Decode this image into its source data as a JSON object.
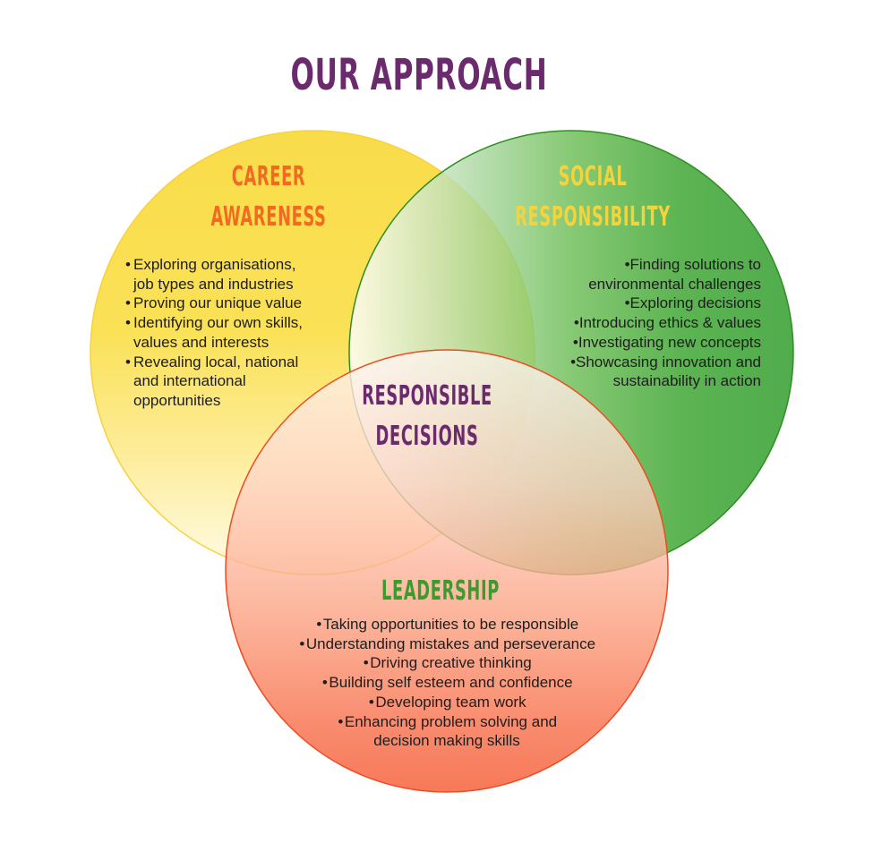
{
  "title": "OUR APPROACH",
  "colors": {
    "title": "#6b2a6e",
    "career_heading": "#f26a21",
    "social_heading": "#f5d33c",
    "leadership_heading": "#3f9a2e",
    "center_heading": "#6b2a6e",
    "yellow": "#f9dc4a",
    "green": "#2e9a2a",
    "red": "#f2552c"
  },
  "circles": {
    "career": {
      "heading_lines": [
        "CAREER",
        "AWARENESS"
      ],
      "bullets": [
        [
          "Exploring organisations,",
          "job types and industries"
        ],
        [
          "Proving our unique value"
        ],
        [
          "Identifying our own skills,",
          "values and interests"
        ],
        [
          "Revealing local, national",
          "and international",
          "opportunities"
        ]
      ]
    },
    "social": {
      "heading_lines": [
        "SOCIAL",
        "RESPONSIBILITY"
      ],
      "bullets": [
        [
          "Finding solutions to",
          "environmental challenges"
        ],
        [
          "Exploring decisions"
        ],
        [
          "Introducing ethics & values"
        ],
        [
          "Investigating new concepts"
        ],
        [
          "Showcasing innovation and",
          "sustainability in action"
        ]
      ]
    },
    "leadership": {
      "heading_lines": [
        "LEADERSHIP"
      ],
      "bullets": [
        [
          "Taking opportunities to be responsible"
        ],
        [
          "Understanding mistakes and perseverance"
        ],
        [
          "Driving creative thinking"
        ],
        [
          "Building self esteem and confidence"
        ],
        [
          "Developing team work"
        ],
        [
          "Enhancing problem solving and",
          "decision making skills"
        ]
      ]
    }
  },
  "center": {
    "heading_lines": [
      "RESPONSIBLE",
      "DECISIONS"
    ]
  }
}
